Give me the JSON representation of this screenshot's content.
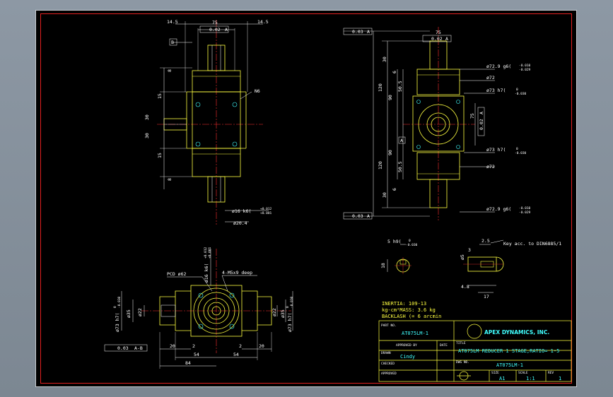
{
  "top_view": {
    "dim_left": "14.5",
    "dim_right": "14.5",
    "square_dim": "75",
    "flatness_tol": "0.02",
    "flatness_datum": "A",
    "datum_b": "B",
    "note_n6": "N6",
    "dim_8a": "8",
    "dim_15a": "15",
    "dim_30a": "30",
    "dim_30b": "30",
    "dim_15b": "15",
    "dim_8b": "8",
    "shaft_dia": "ø16 k6(",
    "shaft_tol_upper": "+0.012",
    "shaft_tol_lower": "+0.001",
    "dim_204": "ø20.4"
  },
  "right_view": {
    "parallel_top_tol": "0.03",
    "parallel_top_datum": "A",
    "square_dim": "75",
    "flatness_tol": "0.02",
    "flatness_datum": "A",
    "dim_30a": "30",
    "dim_6a": "6",
    "dim_120a": "120",
    "dim_505a": "50.5",
    "dim_90a": "90",
    "dim_90b": "90",
    "dim_505b": "50.5",
    "dim_120b": "120",
    "dim_6b": "6",
    "dim_30b": "30",
    "dia_729_top": "ø72.9  g6(",
    "dia_729_top_upper": "-0.010",
    "dia_729_top_lower": "-0.029",
    "dia_72_top": "ø72",
    "dia_73_top": "ø73  h7(",
    "dia_73_top_upper": "0",
    "dia_73_top_lower": "-0.030",
    "dia_73_bot": "ø73  h7(",
    "dia_73_bot_upper": "0",
    "dia_73_bot_lower": "-0.030",
    "dia_72_bot": "ø72",
    "dia_729_bot": "ø72.9  g6(",
    "dia_729_bot_upper": "-0.010",
    "dia_729_bot_lower": "-0.029",
    "side_square": "75",
    "side_flat_tol": "0.02",
    "side_flat_datum": "A",
    "datum_a": "A",
    "parallel_bot_tol": "0.03",
    "parallel_bot_datum": "A"
  },
  "key_details": {
    "key_width": "5  h9(",
    "key_tol_upper": "0",
    "key_tol_lower": "-0.030",
    "key_height": "18",
    "dim_25": "2.5",
    "dim_3": "3",
    "dim_5": "ø5",
    "key_note": "Key acc. to DIN6885/1",
    "dim_48": "4.8",
    "dim_17": "17"
  },
  "bottom_view": {
    "pcd": "PCD ø62",
    "holes": "4-M5x9 deep",
    "shaft_dia": "ø16 k6(",
    "shaft_tol_upper": "+0.012",
    "shaft_tol_lower": "+0.001",
    "dia_73_left": "ø73 h7(",
    "dia_73_left_upper": "0",
    "dia_73_left_lower": "-0.030",
    "dia_35_left": "ø35",
    "dia_22_left": "ø22",
    "dia_22_right": "ø22",
    "dia_35_right": "ø35",
    "dia_73_right": "ø73 h7(",
    "dia_73_right_upper": "0",
    "dia_73_right_lower": "-0.030",
    "dim_20": "20",
    "dim_2a": "2",
    "dim_2b": "2",
    "dim_20b": "20",
    "dim_54a": "54",
    "dim_54b": "54",
    "dim_84": "84",
    "runout_tol": "0.03",
    "runout_datum": "A-B"
  },
  "specs": {
    "line1": "INERTIA: 109-13",
    "line2": "kg-cm²MASS: 3.6 kg",
    "line3": "BACKLASH (= 6 arcmin"
  },
  "title_block": {
    "part_no_label": "PART NO.",
    "part_no": "AT075LM-1",
    "company": "APEX DYNAMICS, INC.",
    "approved_label": "APPROVED BY",
    "date_label": "DATE",
    "title_label": "TITLE",
    "title": "AT075LM REDUCER 1 STAGE,RATIO= 1-5",
    "drawn_label": "DRAWN",
    "drawn_by": "Cindy",
    "checked_label": "CHECKED",
    "dwg_label": "DWG NO.",
    "dwg_no": "AT075LM-1",
    "approval_label": "APPROVED",
    "size_label": "SIZE",
    "size": "A1",
    "scale_label": "SCALE",
    "scale": "1:1",
    "rev_label": "REV",
    "rev": "1"
  },
  "colors": {
    "background": "#000000",
    "frame": "#e32020",
    "outline": "#ffff40",
    "dimension": "#ffffff",
    "centerline": "#ff3030",
    "hidden": "#40ffff",
    "chrome": "#8d98a4"
  }
}
